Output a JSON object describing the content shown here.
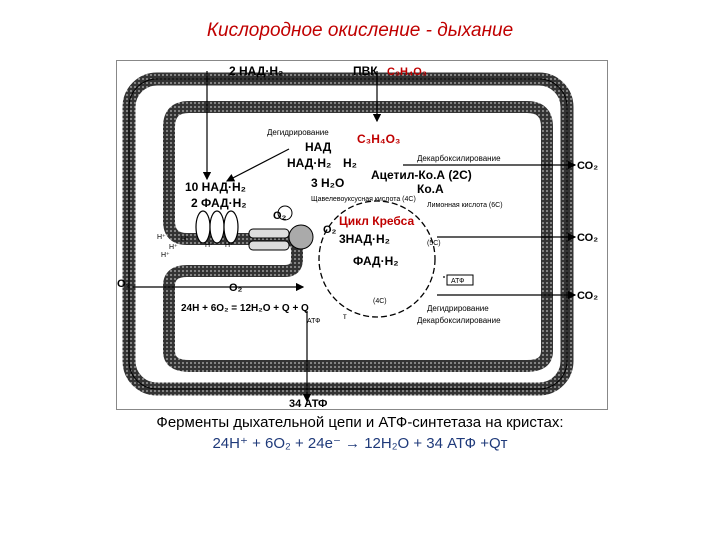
{
  "title": "Кислородное окисление - дыхание",
  "diagram": {
    "top_nadh": "2 НАД·Н₂",
    "pvk_label": "ПВК",
    "pvk_formula": "С₃Н₄О₃",
    "dehydrogenation_top": "Дегидрирование",
    "c3_formula": "С₃Н₄О₃",
    "nad": "НАД",
    "nadh": "НАД·Н₂",
    "h2": "Н₂",
    "decarboxylation_top": "Декарбоксилирование",
    "acetyl_coa": "Ацетил-Ко.А (2С)",
    "h2o": "3 Н₂О",
    "coa": "Ко.А",
    "nadh_10": "10 НАД·Н₂",
    "fadh_2": "2 ФАД·Н₂",
    "oxaloacetic": "Щавелевоуксусная кислота (4С)",
    "citric": "Лимонная кислота (6С)",
    "o2_a": "О₂",
    "o2_b": "О₂",
    "krebs": "Цикл Кребса",
    "nadh_3": "3НАД·Н₂",
    "c5": "(5С)",
    "fadh": "ФАД·Н₂",
    "atp_box": "АТФ",
    "c4": "(4С)",
    "o2_left": "О₂",
    "o2_mid": "О₂",
    "equation": "24Н + 6О₂ = 12Н₂О + Q + Q",
    "atf_small": "АТФ",
    "tau": "т",
    "dehydrogenation_bottom": "Дегидрирование",
    "decarboxylation_bottom": "Декарбоксилирование",
    "co2_1": "СО₂",
    "co2_2": "СО₂",
    "co2_3": "СО₂",
    "atp_34": "34 АТФ",
    "h_plus": "Н⁺"
  },
  "caption": {
    "line1": "Ферменты дыхательной цепи и АТФ-синтетаза на кристах:",
    "line2": "24Н⁺ + 6О₂ + 24е⁻ → 12Н₂О + 34 АТФ +Qт"
  },
  "colors": {
    "title": "#c00000",
    "red_label": "#c00000",
    "caption2": "#1f3a7a"
  }
}
